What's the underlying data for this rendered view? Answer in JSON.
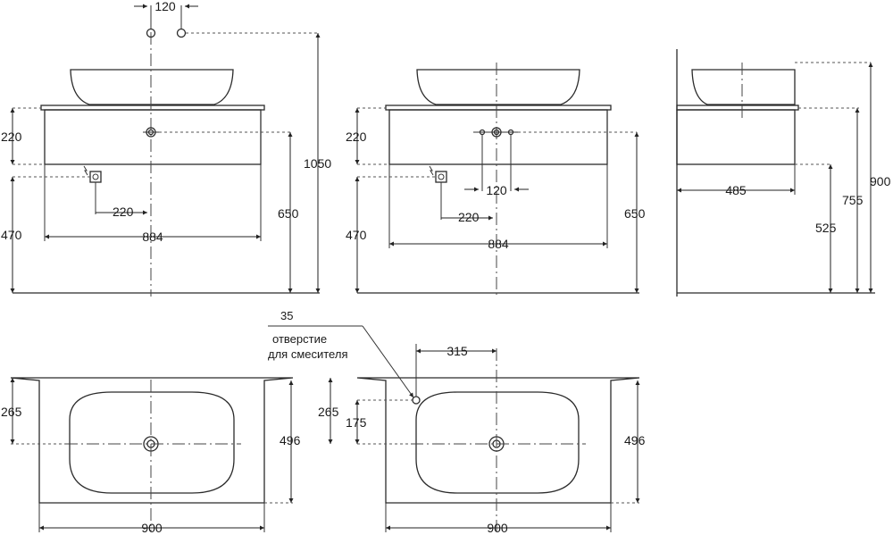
{
  "views": {
    "front_left": {
      "dim_tap_spacing": "120",
      "dim_height_total": "1050",
      "dim_drawer_height": "220",
      "dim_floor_to_unit": "470",
      "dim_floor_to_drain": "650",
      "dim_waste_offset": "220",
      "dim_width_inner": "884"
    },
    "front_middle": {
      "dim_drawer_height": "220",
      "dim_floor_to_unit": "470",
      "dim_floor_to_drain": "650",
      "dim_tap_spacing": "120",
      "dim_waste_offset": "220",
      "dim_width_inner": "884"
    },
    "side": {
      "dim_height_total": "900",
      "dim_height_unit_top": "755",
      "dim_floor_to_drain": "525",
      "dim_depth": "485"
    },
    "top_left": {
      "dim_bowl_center": "265",
      "dim_depth": "496",
      "dim_width": "900"
    },
    "top_right": {
      "dim_bowl_center": "265",
      "dim_tap_y": "175",
      "dim_tap_offset": "315",
      "dim_depth": "496",
      "dim_width": "900",
      "callout_value": "35",
      "callout_line1": "отверстие",
      "callout_line2": "для смесителя"
    }
  }
}
